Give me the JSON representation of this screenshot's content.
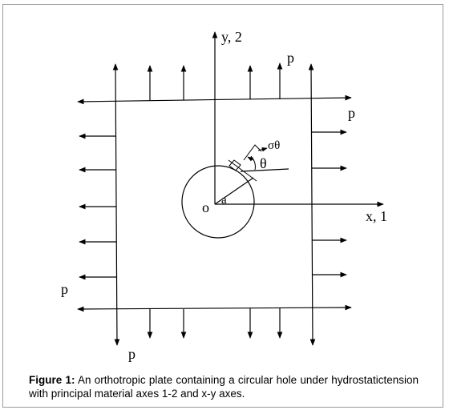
{
  "diagram": {
    "axis_y_label": "y, 2",
    "axis_x_label": "x, 1",
    "load_labels": [
      "p",
      "p",
      "p",
      "p"
    ],
    "origin_label": "o",
    "radius_label": "a",
    "stress_label": "σθ",
    "angle_label": "θ"
  },
  "caption": {
    "label": "Figure 1:",
    "text": "An orthotropic plate containing a circular hole under hydrostatictension with principal material axes 1-2 and x-y axes."
  }
}
